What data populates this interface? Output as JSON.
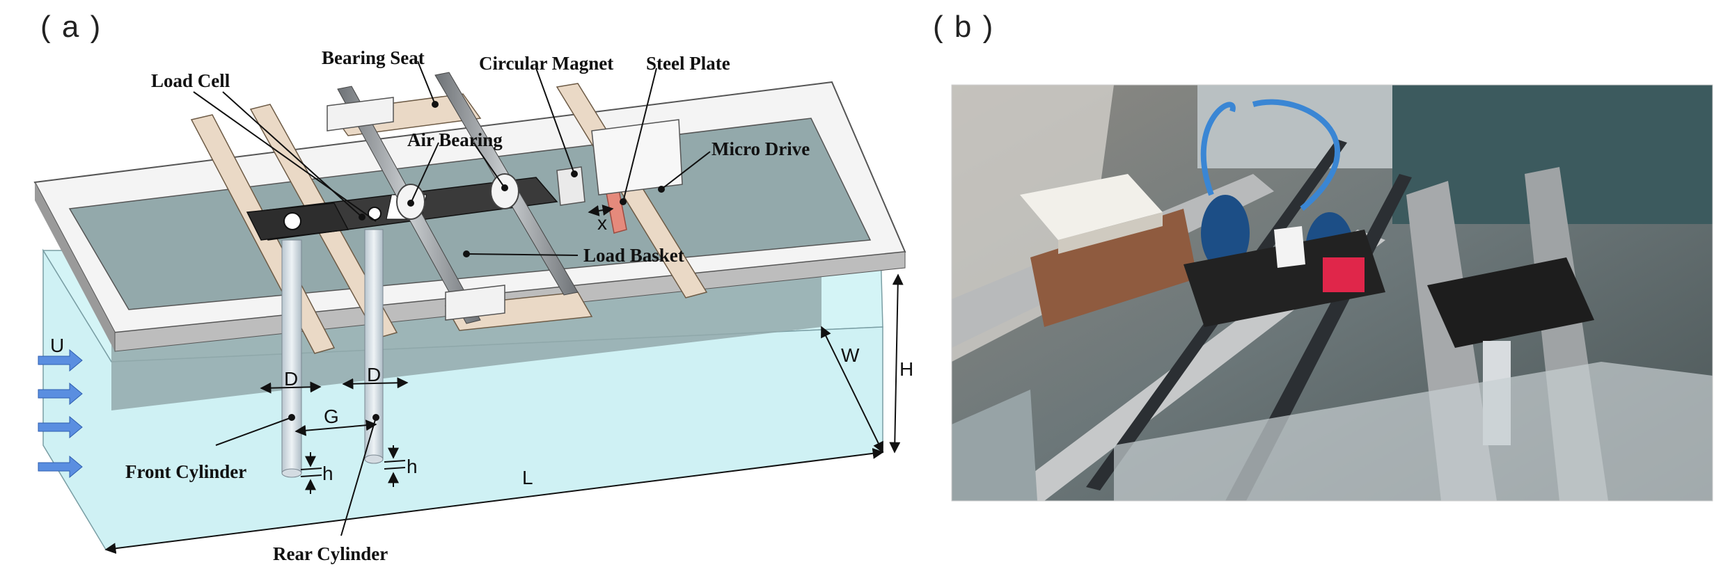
{
  "panels": {
    "a_tag": "( a )",
    "b_tag": "( b )"
  },
  "callouts": {
    "bearing_seat": "Bearing Seat",
    "load_cell": "Load Cell",
    "circular_magnet": "Circular Magnet",
    "steel_plate": "Steel Plate",
    "air_bearing": "Air Bearing",
    "micro_drive": "Micro Drive",
    "load_basket": "Load Basket",
    "front_cylinder": "Front Cylinder",
    "rear_cylinder": "Rear Cylinder"
  },
  "dimensions": {
    "u": "U",
    "d_front": "D",
    "d_rear": "D",
    "g": "G",
    "h_front": "h",
    "h_rear": "h",
    "l": "L",
    "w": "W",
    "h_tank": "H",
    "x": "x"
  },
  "colors": {
    "water": "#d4f4f6",
    "frame": "#f4f4f4",
    "inner_wall": "#93a9ab",
    "wood": "#ead9c6",
    "plate": "#3a3a3a",
    "rod": "#8c9094",
    "steel_plate": "#e58a7c",
    "flow_arrow": "#5a8ee0"
  }
}
